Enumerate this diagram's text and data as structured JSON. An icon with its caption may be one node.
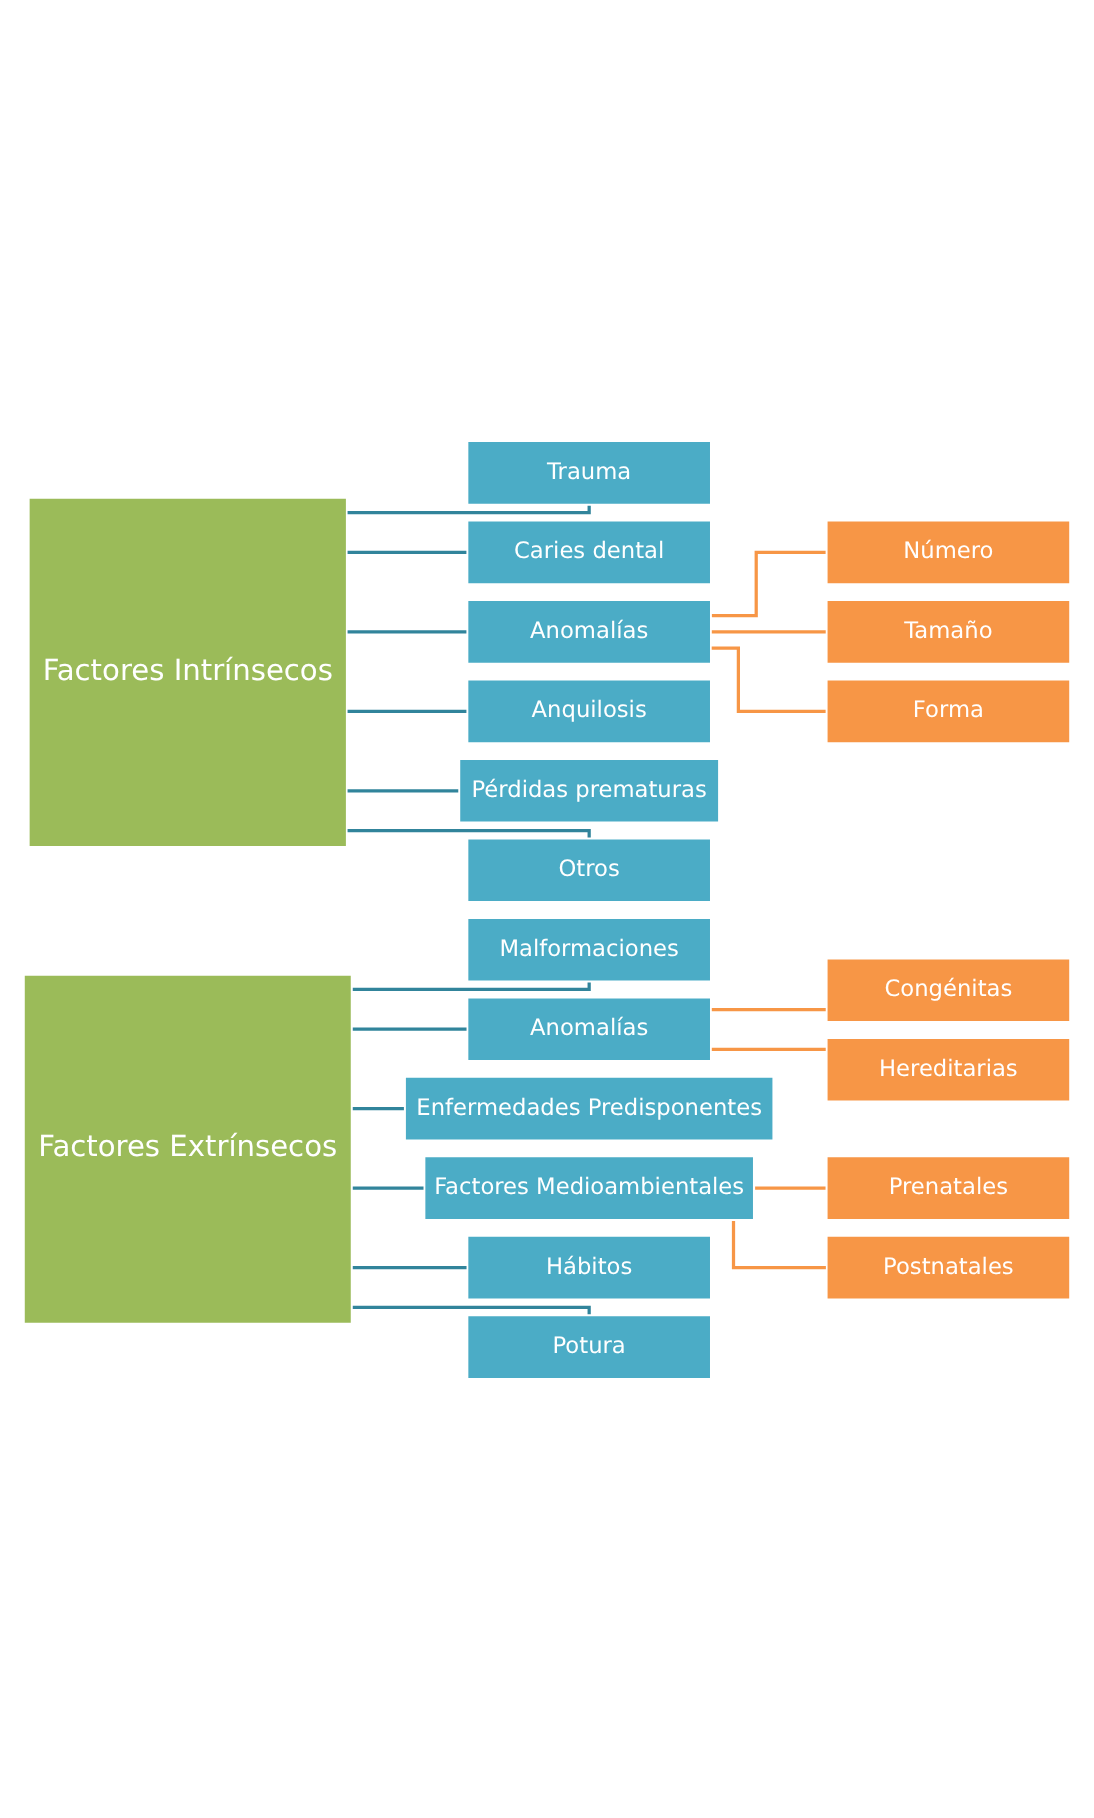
{
  "diagram": {
    "nodes": [
      {
        "text": [
          "Factores Extrínsecos"
        ]
      },
      {
        "text": [
          "Malformaciones"
        ]
      },
      {
        "text": [
          "Anomalías"
        ]
      },
      {
        "text": [
          "Congénitas"
        ]
      },
      {
        "text": [
          "Hereditarias"
        ]
      },
      {
        "text": [
          "Enfermedades Predisponentes"
        ]
      },
      {
        "text": [
          "Factores Medioambientales"
        ]
      },
      {
        "text": [
          "Prenatales"
        ]
      },
      {
        "text": [
          "Postnatales"
        ]
      },
      {
        "text": [
          "Hábitos"
        ]
      },
      {
        "text": [
          "Potura"
        ]
      },
      {
        "text": [
          "Factores Intrínsecos"
        ]
      },
      {
        "text": [
          "Trauma"
        ]
      },
      {
        "text": [
          "Caries dental"
        ]
      },
      {
        "text": [
          "Anomalías"
        ]
      },
      {
        "text": [
          "Número"
        ]
      },
      {
        "text": [
          "Tamaño"
        ]
      },
      {
        "text": [
          "Forma"
        ]
      },
      {
        "text": [
          "Anquilosis"
        ]
      },
      {
        "text": [
          "Pérdidas prematuras"
        ]
      },
      {
        "text": [
          "Otros"
        ]
      }
    ],
    "edges": [
      {
        "from": 0,
        "to": 1,
        "arrow": "none"
      },
      {
        "from": 0,
        "to": 2,
        "arrow": "none"
      },
      {
        "from": 2,
        "to": 3,
        "arrow": "none",
        "color": "#f79646"
      },
      {
        "from": 2,
        "to": 4,
        "arrow": "none",
        "color": "#f79646"
      },
      {
        "from": 0,
        "to": 5,
        "arrow": "none"
      },
      {
        "from": 0,
        "to": 6,
        "arrow": "none"
      },
      {
        "from": 6,
        "to": 7,
        "arrow": "none",
        "color": "#f79646"
      },
      {
        "from": 6,
        "to": 8,
        "arrow": "none",
        "color": "#f79646"
      },
      {
        "from": 0,
        "to": 9,
        "arrow": "none"
      },
      {
        "from": 0,
        "to": 10,
        "arrow": "none"
      },
      {
        "from": 11,
        "to": 12,
        "arrow": "none"
      },
      {
        "from": 11,
        "to": 13,
        "arrow": "none"
      },
      {
        "from": 11,
        "to": 14,
        "arrow": "none"
      },
      {
        "from": 14,
        "to": 15,
        "arrow": "none",
        "color": "#f79646"
      },
      {
        "from": 14,
        "to": 16,
        "arrow": "none",
        "color": "#f79646"
      },
      {
        "from": 14,
        "to": 17,
        "arrow": "none",
        "color": "#f79646"
      },
      {
        "from": 11,
        "to": 18,
        "arrow": "none"
      },
      {
        "from": 11,
        "to": 19,
        "arrow": "none"
      },
      {
        "from": 11,
        "to": 20,
        "arrow": "none"
      }
    ]
  }
}
